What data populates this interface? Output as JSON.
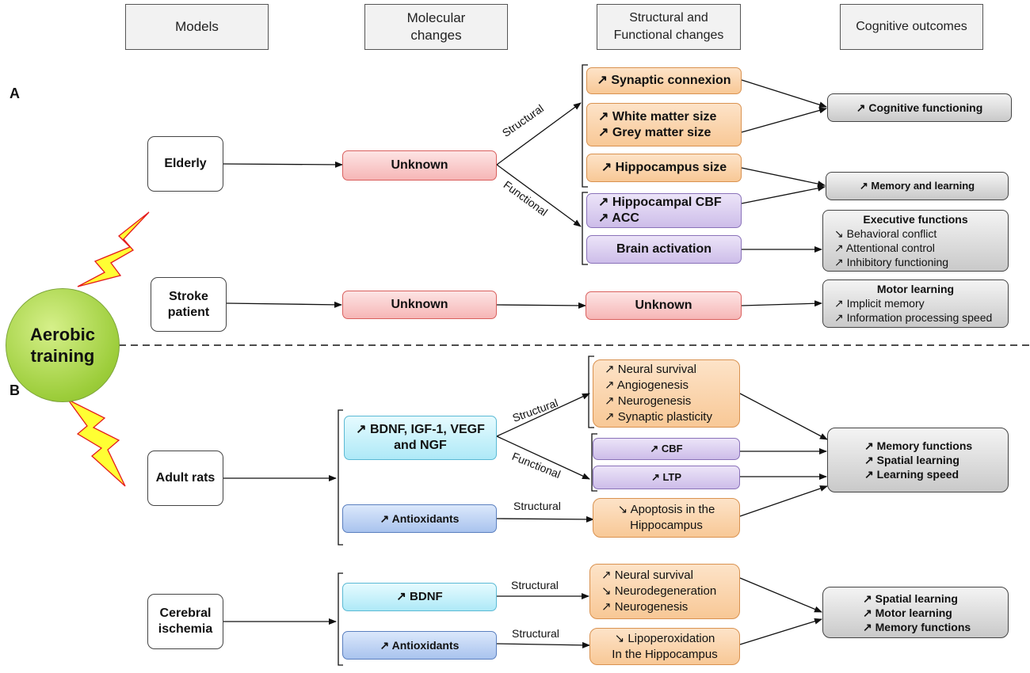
{
  "headers": {
    "models": "Models",
    "molecular": "Molecular\nchanges",
    "structural_functional": "Structural and\nFunctional changes",
    "cognitive": "Cognitive outcomes"
  },
  "sections": {
    "a": "A",
    "b": "B"
  },
  "center": "Aerobic\ntraining",
  "models": {
    "elderly": "Elderly",
    "stroke": "Stroke\npatient",
    "adult_rats": "Adult rats",
    "cerebral_ischemia": "Cerebral\nischemia"
  },
  "molecular": {
    "elderly_unknown": "Unknown",
    "stroke_unknown": "Unknown",
    "rats_growth": [
      "↗ BDNF, IGF-1, VEGF",
      "and NGF"
    ],
    "rats_antioxidants": "↗ Antioxidants",
    "isch_bdnf": "↗ BDNF",
    "isch_antioxidants": "↗ Antioxidants"
  },
  "changes": {
    "synaptic": "↗ Synaptic connexion",
    "matter": [
      "↗ White matter size",
      "↗ Grey matter size"
    ],
    "hippocampus_size": "↗ Hippocampus size",
    "cbf_acc": [
      "↗ Hippocampal CBF",
      "↗ ACC"
    ],
    "brain_activation": "Brain activation",
    "stroke_unknown": "Unknown",
    "rats_structural": [
      "↗ Neural survival",
      "↗ Angiogenesis",
      "↗ Neurogenesis",
      "↗ Synaptic plasticity"
    ],
    "rats_cbf": "↗ CBF",
    "rats_ltp": "↗ LTP",
    "rats_apoptosis": [
      "↘ Apoptosis in the",
      "Hippocampus"
    ],
    "isch_structural": [
      "↗ Neural survival",
      "↘ Neurodegeneration",
      "↗ Neurogenesis"
    ],
    "isch_lipo": [
      "↘ Lipoperoxidation",
      "In the Hippocampus"
    ]
  },
  "labels": {
    "structural": "Structural",
    "functional": "Functional"
  },
  "outcomes": {
    "cognitive_functioning": "↗ Cognitive functioning",
    "memory_learning": "↗ Memory and learning",
    "executive": {
      "title": "Executive functions",
      "items": [
        "↘ Behavioral conflict",
        "↗ Attentional control",
        "↗ Inhibitory functioning"
      ]
    },
    "motor": {
      "title": "Motor learning",
      "items": [
        "↗ Implicit memory",
        "↗ Information processing speed"
      ]
    },
    "rats": [
      "↗ Memory functions",
      "↗ Spatial learning",
      "↗ Learning speed"
    ],
    "ischemia": [
      "↗ Spatial learning",
      "↗ Motor learning",
      "↗ Memory functions"
    ]
  },
  "colors": {
    "unknown_red": "#f6b6b6",
    "structural_orange": "#f8c896",
    "functional_purple": "#cdbde9",
    "growth_cyan": "#aee9f7",
    "antioxidant_blue": "#a9c3ee",
    "outcome_gray": "#c9c9c9",
    "training_green": "#9ccd3a",
    "lightning_yellow": "#ffff33"
  }
}
